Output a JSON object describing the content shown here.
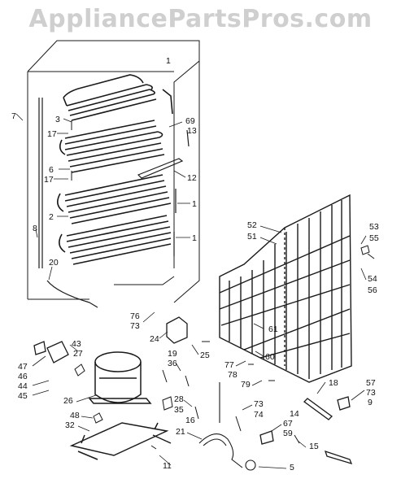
{
  "watermark": "AppliancePartsPros.com",
  "callouts": [
    {
      "id": "c1",
      "text": "1"
    },
    {
      "id": "c7",
      "text": "7"
    },
    {
      "id": "c3",
      "text": "3"
    },
    {
      "id": "c17a",
      "text": "17"
    },
    {
      "id": "c69",
      "text": "69"
    },
    {
      "id": "c13",
      "text": "13"
    },
    {
      "id": "c6",
      "text": "6"
    },
    {
      "id": "c17b",
      "text": "17"
    },
    {
      "id": "c12",
      "text": "12"
    },
    {
      "id": "c1b",
      "text": "1"
    },
    {
      "id": "c2",
      "text": "2"
    },
    {
      "id": "c8",
      "text": "8"
    },
    {
      "id": "c1c",
      "text": "1"
    },
    {
      "id": "c20",
      "text": "20"
    },
    {
      "id": "c52",
      "text": "52"
    },
    {
      "id": "c51",
      "text": "51"
    },
    {
      "id": "c53",
      "text": "53"
    },
    {
      "id": "c55",
      "text": "55"
    },
    {
      "id": "c54",
      "text": "54"
    },
    {
      "id": "c56",
      "text": "56"
    },
    {
      "id": "c76",
      "text": "76"
    },
    {
      "id": "c73a",
      "text": "73"
    },
    {
      "id": "c24",
      "text": "24"
    },
    {
      "id": "c25",
      "text": "25"
    },
    {
      "id": "c61",
      "text": "61"
    },
    {
      "id": "c77",
      "text": "77"
    },
    {
      "id": "c78",
      "text": "78"
    },
    {
      "id": "c60",
      "text": "60"
    },
    {
      "id": "c79",
      "text": "79"
    },
    {
      "id": "c43",
      "text": "43"
    },
    {
      "id": "c47",
      "text": "47"
    },
    {
      "id": "c27",
      "text": "27"
    },
    {
      "id": "c46",
      "text": "46"
    },
    {
      "id": "c44",
      "text": "44"
    },
    {
      "id": "c45",
      "text": "45"
    },
    {
      "id": "c19",
      "text": "19"
    },
    {
      "id": "c36",
      "text": "36"
    },
    {
      "id": "c18",
      "text": "18"
    },
    {
      "id": "c57",
      "text": "57"
    },
    {
      "id": "c73b",
      "text": "73"
    },
    {
      "id": "c9",
      "text": "9"
    },
    {
      "id": "c26",
      "text": "26"
    },
    {
      "id": "c28",
      "text": "28"
    },
    {
      "id": "c35",
      "text": "35"
    },
    {
      "id": "c16",
      "text": "16"
    },
    {
      "id": "c48",
      "text": "48"
    },
    {
      "id": "c32",
      "text": "32"
    },
    {
      "id": "c21",
      "text": "21"
    },
    {
      "id": "c73c",
      "text": "73"
    },
    {
      "id": "c74",
      "text": "74"
    },
    {
      "id": "c14",
      "text": "14"
    },
    {
      "id": "c67",
      "text": "67"
    },
    {
      "id": "c59",
      "text": "59"
    },
    {
      "id": "c15",
      "text": "15"
    },
    {
      "id": "c11",
      "text": "11"
    },
    {
      "id": "c5",
      "text": "5"
    }
  ]
}
